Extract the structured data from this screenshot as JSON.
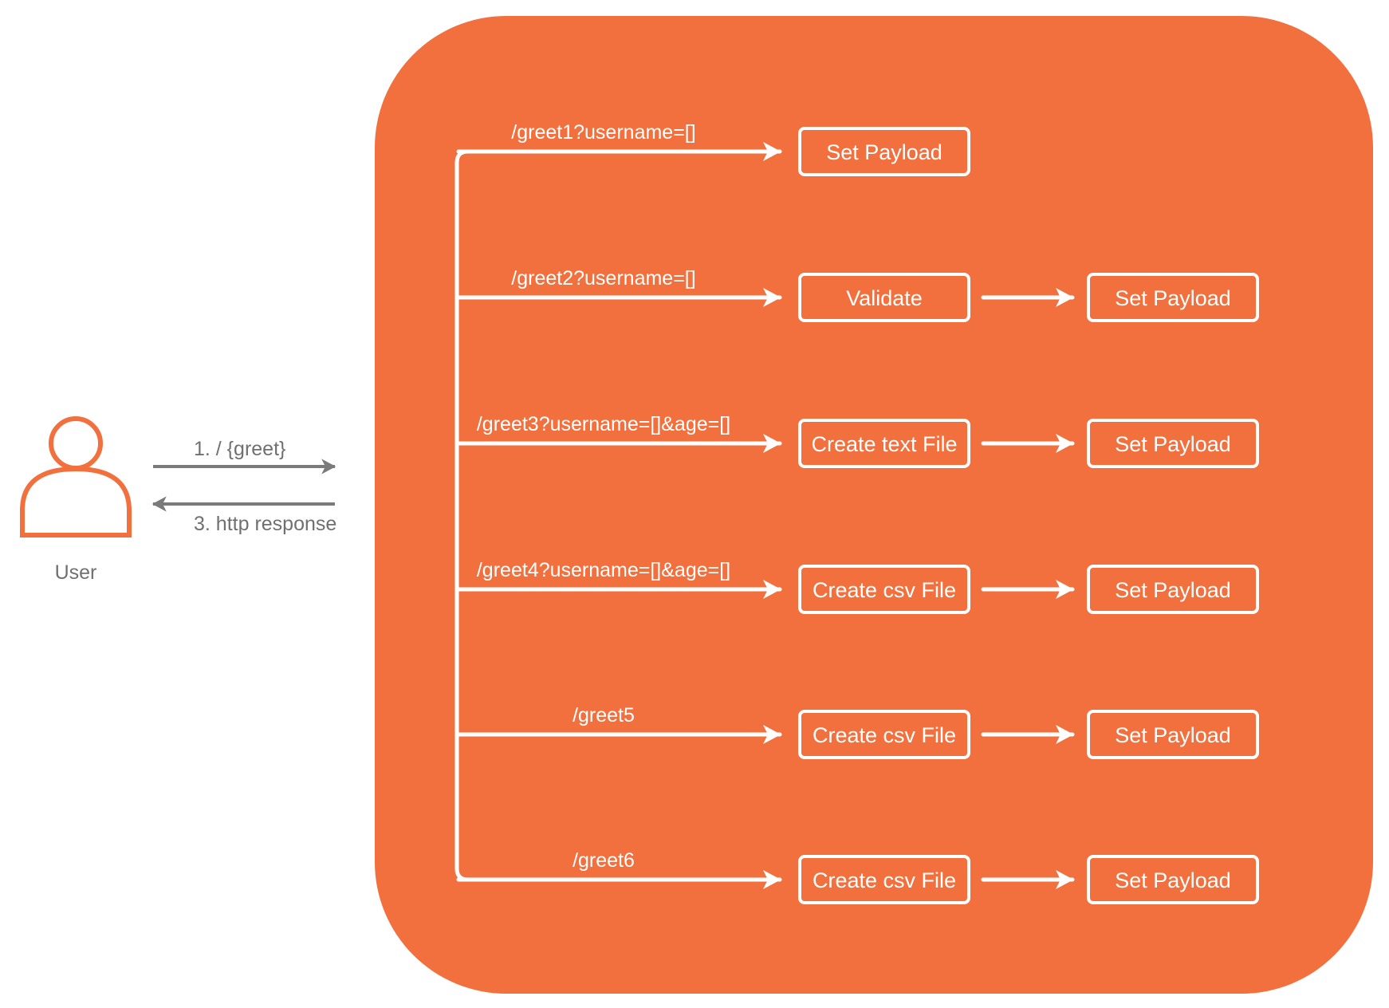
{
  "colors": {
    "panel": "#F2703D",
    "user": "#F2703D",
    "flow": "#FFFFFF",
    "request_arrow": "#7A7A7A",
    "user_text": "#707070"
  },
  "user": {
    "label": "User",
    "icon": "user-icon"
  },
  "requests": {
    "request_label": "1. / {greet}",
    "response_label": "3. http  response"
  },
  "routes": [
    {
      "path": "/greet1?username=[]",
      "steps": [
        "Set Payload"
      ]
    },
    {
      "path": "/greet2?username=[]",
      "steps": [
        "Validate",
        "Set Payload"
      ]
    },
    {
      "path": "/greet3?username=[]&age=[]",
      "steps": [
        "Create text File",
        "Set Payload"
      ]
    },
    {
      "path": "/greet4?username=[]&age=[]",
      "steps": [
        "Create csv File",
        "Set Payload"
      ]
    },
    {
      "path": "/greet5",
      "steps": [
        "Create csv File",
        "Set Payload"
      ]
    },
    {
      "path": "/greet6",
      "steps": [
        "Create csv File",
        "Set Payload"
      ]
    }
  ]
}
